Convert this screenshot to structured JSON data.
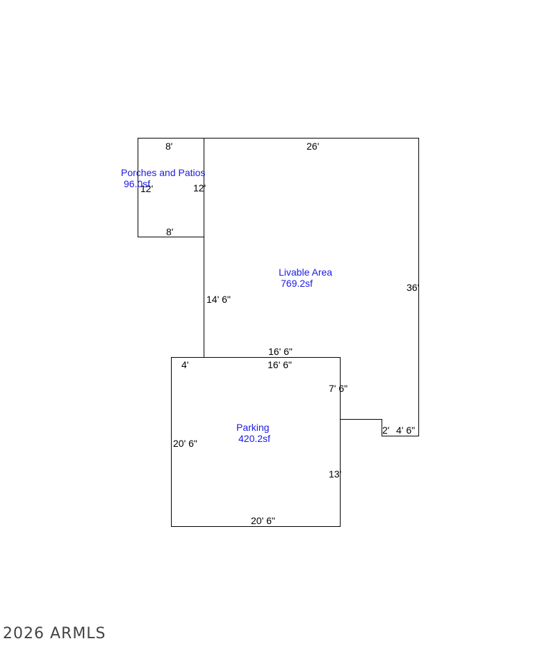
{
  "colors": {
    "line": "#000000",
    "area_label": "#1a1ae6",
    "dimension": "#000000"
  },
  "areas": {
    "porches": {
      "name": "Porches and Patios",
      "size": "96.0sf"
    },
    "livable": {
      "name": "Livable Area",
      "size": "769.2sf"
    },
    "parking": {
      "name": "Parking",
      "size": "420.2sf"
    }
  },
  "dimensions": {
    "porch_top": "8'",
    "porch_bottom": "8'",
    "porch_left": "12'",
    "porch_right": "12'",
    "livable_top": "26'",
    "livable_right": "36'",
    "livable_left": "14' 6\"",
    "livable_bottom": "16' 6\"",
    "livable_notch_vertical": "7' 6\"",
    "notch_small": "2'",
    "notch_right": "4' 6\"",
    "parking_top": "16' 6\"",
    "parking_top_left": "4'",
    "parking_left": "20' 6\"",
    "parking_right": "13'",
    "parking_bottom": "20' 6\""
  },
  "copyright": "2026 ARMLS"
}
